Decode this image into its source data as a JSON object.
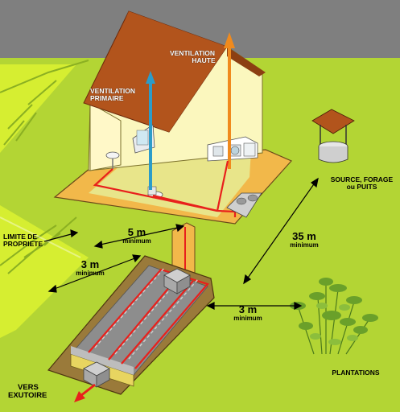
{
  "labels": {
    "ventilation_haute": [
      "VENTILATION",
      "HAUTE"
    ],
    "ventilation_primaire": [
      "VENTILATION",
      "PRIMAIRE"
    ],
    "source": [
      "SOURCE, FORAGE",
      "ou PUITS"
    ],
    "limite": [
      "LIMITE DE",
      "PROPRIETE"
    ],
    "dist_5m": {
      "value": "5 m",
      "unit": "minimum"
    },
    "dist_35m": {
      "value": "35 m",
      "unit": "minimum"
    },
    "dist_3m_left": {
      "value": "3 m",
      "unit": "minimum"
    },
    "dist_3m_right": {
      "value": "3 m",
      "unit": "minimum"
    },
    "plantations": "PLANTATIONS",
    "vers_exutoire": [
      "VERS",
      "EXUTOIRE"
    ]
  },
  "colors": {
    "sky": "#7f7f7f",
    "grass": "#b5d733",
    "grass_bright": "#d8ef2e",
    "roof": "#b2541c",
    "wall": "#fbf7be",
    "soil": "#f2b84a",
    "pipe_red": "#e8201c",
    "vent_blue": "#2c9cc9",
    "vent_orange": "#f08a1d"
  }
}
